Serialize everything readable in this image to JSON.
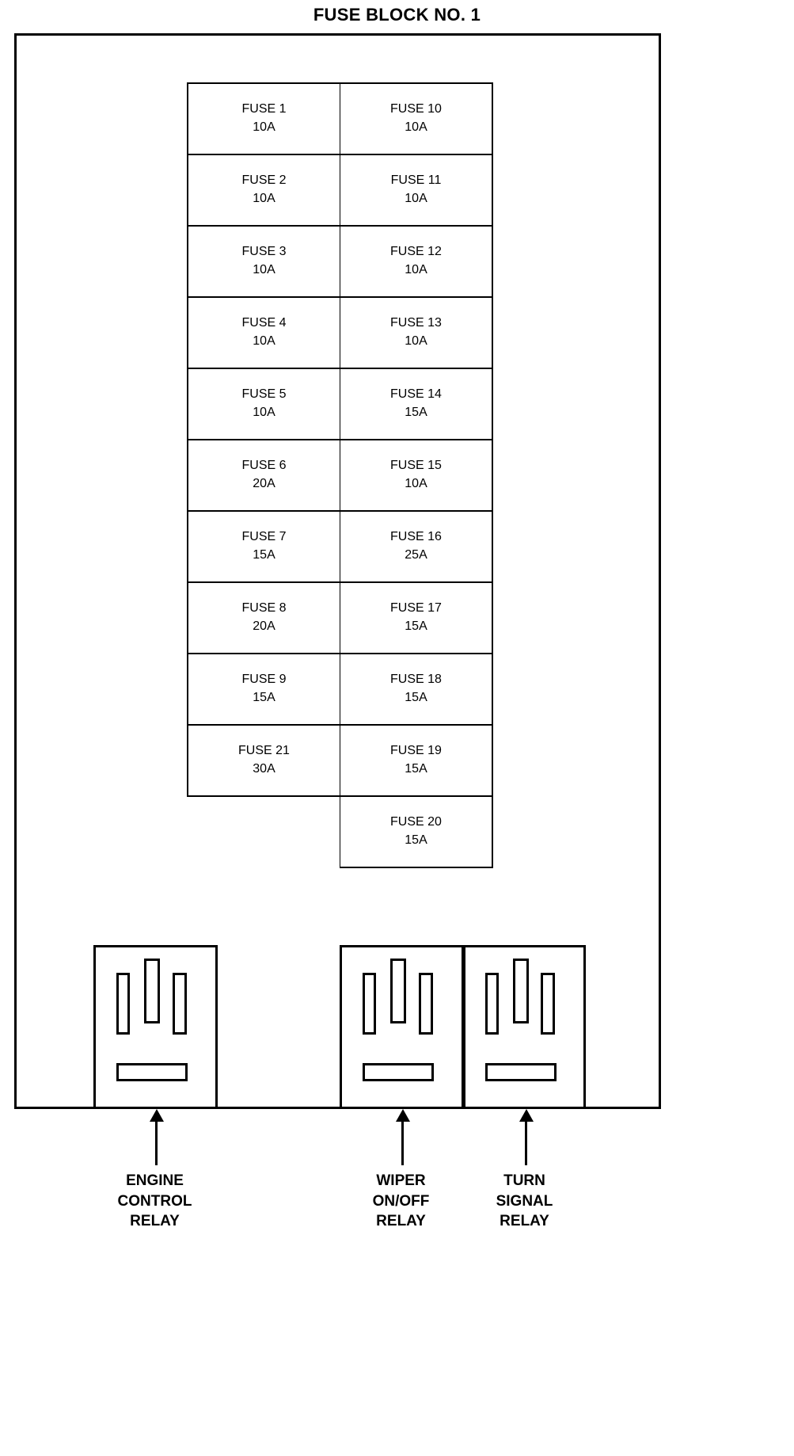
{
  "title": "FUSE BLOCK NO. 1",
  "fuse_block": {
    "left_column": [
      {
        "name": "FUSE 1",
        "rating": "10A"
      },
      {
        "name": "FUSE 2",
        "rating": "10A"
      },
      {
        "name": "FUSE 3",
        "rating": "10A"
      },
      {
        "name": "FUSE 4",
        "rating": "10A"
      },
      {
        "name": "FUSE 5",
        "rating": "10A"
      },
      {
        "name": "FUSE 6",
        "rating": "20A"
      },
      {
        "name": "FUSE 7",
        "rating": "15A"
      },
      {
        "name": "FUSE 8",
        "rating": "20A"
      },
      {
        "name": "FUSE 9",
        "rating": "15A"
      },
      {
        "name": "FUSE 21",
        "rating": "30A"
      }
    ],
    "right_column": [
      {
        "name": "FUSE 10",
        "rating": "10A"
      },
      {
        "name": "FUSE 11",
        "rating": "10A"
      },
      {
        "name": "FUSE 12",
        "rating": "10A"
      },
      {
        "name": "FUSE 13",
        "rating": "10A"
      },
      {
        "name": "FUSE 14",
        "rating": "15A"
      },
      {
        "name": "FUSE 15",
        "rating": "10A"
      },
      {
        "name": "FUSE 16",
        "rating": "25A"
      },
      {
        "name": "FUSE 17",
        "rating": "15A"
      },
      {
        "name": "FUSE 18",
        "rating": "15A"
      },
      {
        "name": "FUSE 19",
        "rating": "15A"
      },
      {
        "name": "FUSE 20",
        "rating": "15A"
      }
    ]
  },
  "relays": [
    {
      "label_lines": [
        "ENGINE",
        "CONTROL",
        "RELAY"
      ]
    },
    {
      "label_lines": [
        "WIPER",
        "ON/OFF",
        "RELAY"
      ]
    },
    {
      "label_lines": [
        "TURN",
        "SIGNAL",
        "RELAY"
      ]
    }
  ],
  "colors": {
    "line": "#000000",
    "background": "#ffffff"
  }
}
